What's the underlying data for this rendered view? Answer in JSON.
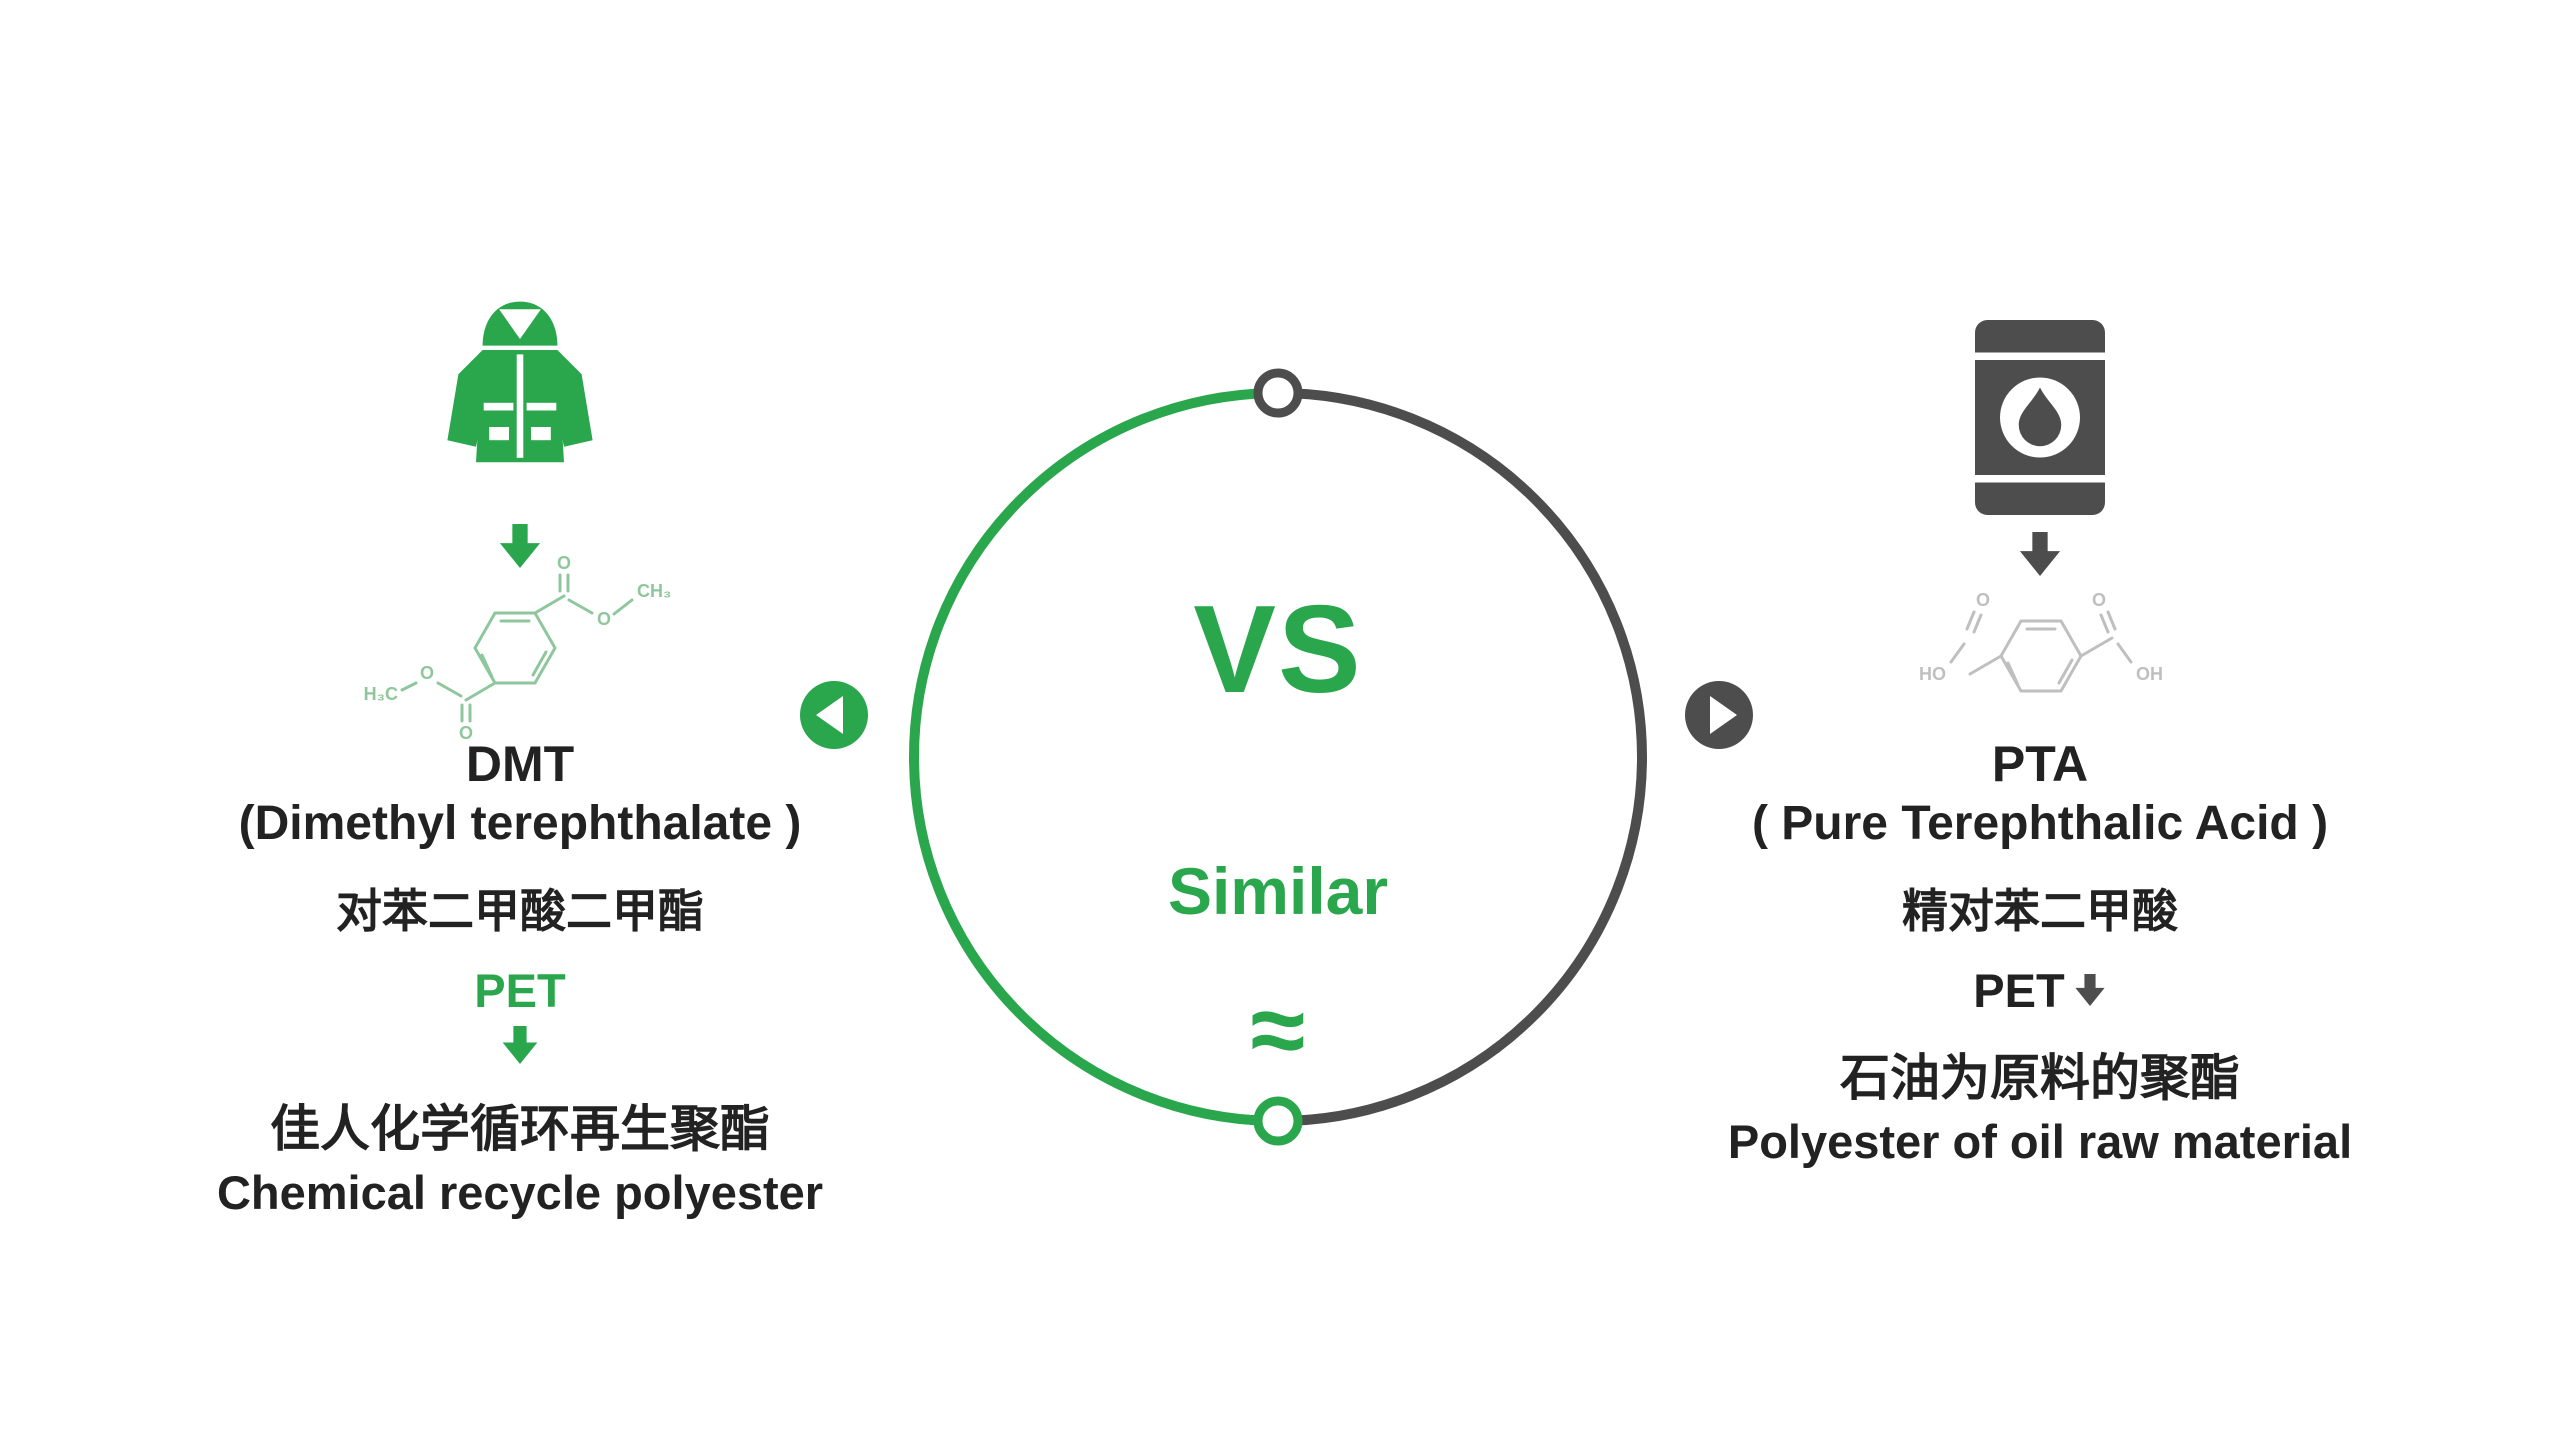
{
  "colors": {
    "green": "#2aa64d",
    "dark": "#4d4d4d",
    "molecule_green": "#8fc79d",
    "molecule_gray": "#bfbfbf",
    "text_dark": "#222222"
  },
  "left_panel": {
    "name": "DMT",
    "full_name": "(Dimethyl terephthalate )",
    "chinese_name": "对苯二甲酸二甲酯",
    "pet_label": "PET",
    "product_chinese": "佳人化学循环再生聚酯",
    "product_english": "Chemical recycle polyester",
    "molecule": {
      "o_carbonyl_right": "O",
      "o_ester_right": "O",
      "ch3_right": "CH₃",
      "o_carbonyl_left": "O",
      "o_ester_left": "O",
      "h3c_left": "H₃C"
    }
  },
  "center": {
    "vs_label": "VS",
    "similar_label": "Similar",
    "approx_symbol": "≈"
  },
  "right_panel": {
    "name": "PTA",
    "full_name": "( Pure Terephthalic Acid )",
    "chinese_name": "精对苯二甲酸",
    "pet_label": "PET",
    "product_chinese": "石油为原料的聚酯",
    "product_english": "Polyester of oil  raw material",
    "molecule": {
      "o_carbonyl_right": "O",
      "oh_right": "OH",
      "o_carbonyl_left": "O",
      "ho_left": "HO"
    }
  }
}
